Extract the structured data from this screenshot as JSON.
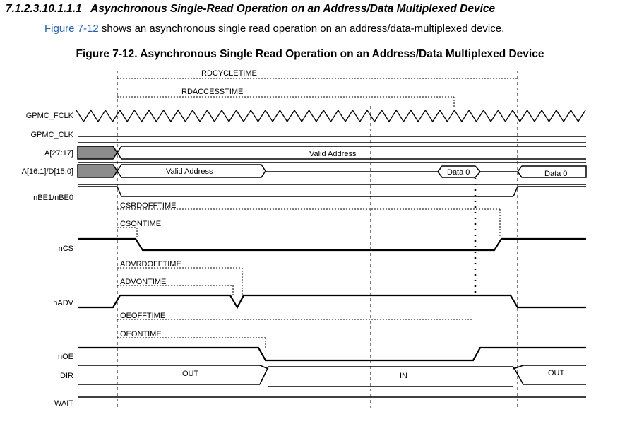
{
  "section": {
    "number": "7.1.2.3.10.1.1.1",
    "title": "Asynchronous Single-Read Operation on an Address/Data Multiplexed Device"
  },
  "intro": {
    "link": "Figure 7-12",
    "text": " shows an asynchronous single read operation on an address/data-multiplexed device."
  },
  "figure": {
    "caption": "Figure 7-12. Asynchronous Single Read Operation on an Address/Data Multiplexed Device"
  },
  "diagram": {
    "timings": {
      "rdcycletime": "RDCYCLETIME",
      "rdaccesstime": "RDACCESSTIME",
      "csrdofftime": "CSRDOFFTIME",
      "csontime": "CSONTIME",
      "advrdofftime": "ADVRDOFFTIME",
      "advontime": "ADVONTIME",
      "oeofftime": "OEOFFTIME",
      "oeontime": "OEONTIME"
    },
    "signals": {
      "fclk": "GPMC_FCLK",
      "clk": "GPMC_CLK",
      "addr_hi": "A[27:17]",
      "addr_lo": "A[16:1]/D[15:0]",
      "nbe": "nBE1/nBE0",
      "ncs": "nCS",
      "nadv": "nADV",
      "noe": "nOE",
      "dir": "DIR",
      "wait": "WAIT"
    },
    "values": {
      "valid_address_hi": "Valid Address",
      "valid_address_lo": "Valid Address",
      "data0_a": "Data 0",
      "data0_b": "Data 0",
      "dir_out_1": "OUT",
      "dir_in": "IN",
      "dir_out_2": "OUT"
    }
  }
}
